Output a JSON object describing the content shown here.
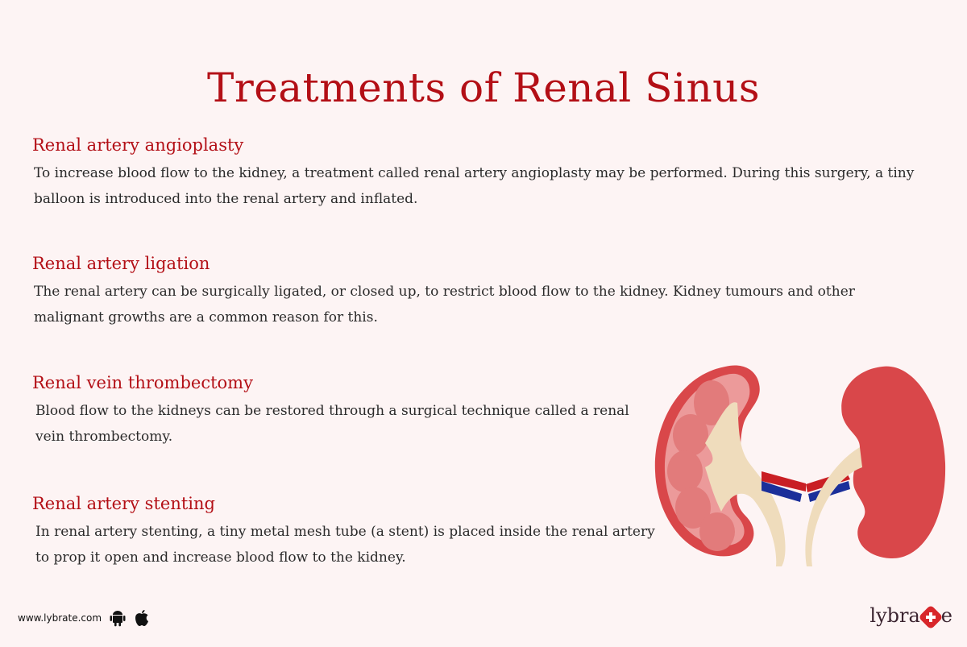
{
  "title": "Treatments of Renal Sinus",
  "sections": [
    {
      "heading": "Renal artery angioplasty",
      "body": "To increase blood flow to the kidney, a treatment called renal artery angioplasty may be performed. During this surgery, a tiny balloon is introduced into the renal artery and inflated."
    },
    {
      "heading": "Renal artery ligation",
      "body": "The renal artery can be surgically ligated, or closed up, to restrict blood flow to the kidney. Kidney tumours and other malignant growths are a common reason for this."
    },
    {
      "heading": "Renal vein thrombectomy",
      "body": "Blood flow to the kidneys can be restored through a surgical technique called a renal vein thrombectomy."
    },
    {
      "heading": "Renal artery stenting",
      "body": "In renal artery stenting, a tiny metal mesh tube (a stent) is placed inside the renal artery to prop it open and increase blood flow to the kidney."
    }
  ],
  "footer": {
    "website": "www.lybrate.com",
    "icons": [
      "android-icon",
      "apple-icon"
    ],
    "brand_prefix": "lybra",
    "brand_suffix": "e"
  },
  "illustration": "kidneys-illustration",
  "colors": {
    "accent": "#b30f16",
    "background": "#fdf4f4",
    "text": "#2a2a2a",
    "kidney": "#d9474a"
  }
}
